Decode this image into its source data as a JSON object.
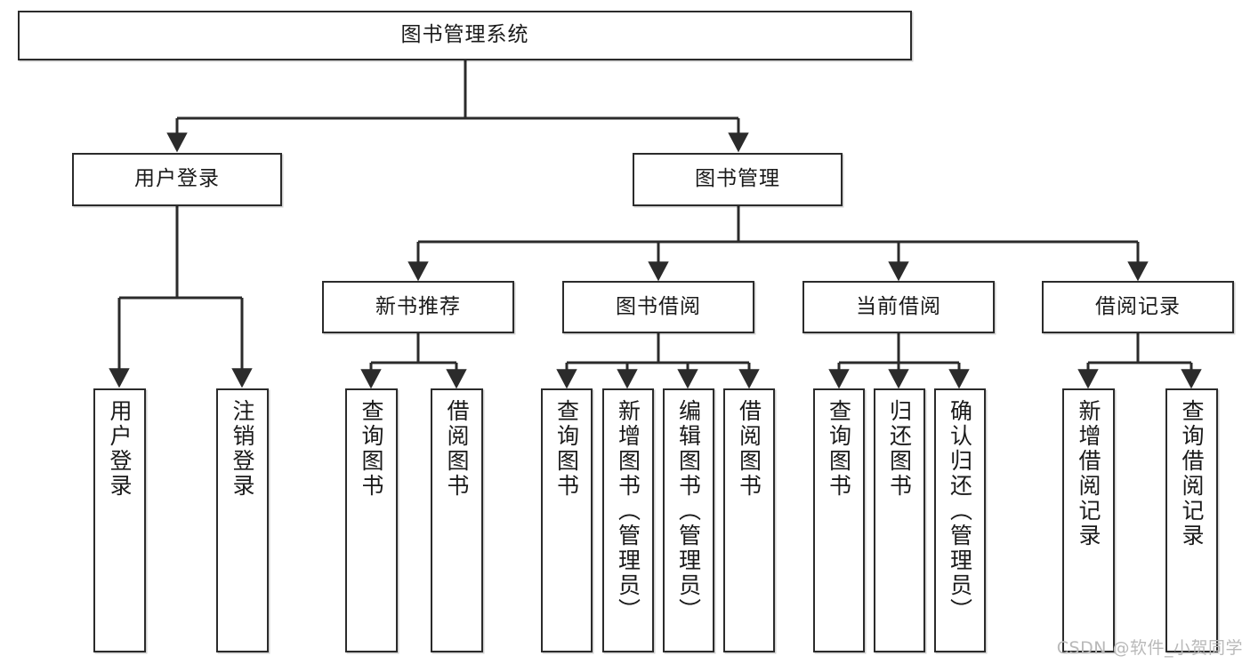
{
  "diagram": {
    "type": "tree-hierarchy-chart",
    "root": {
      "id": "root",
      "label": "图书管理系统"
    },
    "level2": [
      {
        "id": "user-login",
        "label": "用户登录"
      },
      {
        "id": "book-manage",
        "label": "图书管理"
      }
    ],
    "level3": [
      {
        "id": "new-book-rec",
        "label": "新书推荐"
      },
      {
        "id": "book-borrow",
        "label": "图书借阅"
      },
      {
        "id": "current-borrow",
        "label": "当前借阅"
      },
      {
        "id": "borrow-record",
        "label": "借阅记录"
      }
    ],
    "leaves": {
      "user_login": [
        {
          "id": "leaf-user-login",
          "label": "用户登录"
        },
        {
          "id": "leaf-logout",
          "label": "注销登录"
        }
      ],
      "new_book_rec": [
        {
          "id": "leaf-query-book-1",
          "label": "查询图书"
        },
        {
          "id": "leaf-borrow-book-1",
          "label": "借阅图书"
        }
      ],
      "book_borrow": [
        {
          "id": "leaf-query-book-2",
          "label": "查询图书"
        },
        {
          "id": "leaf-add-book",
          "label": "新增图书（管理员）"
        },
        {
          "id": "leaf-edit-book",
          "label": "编辑图书（管理员）"
        },
        {
          "id": "leaf-borrow-book-2",
          "label": "借阅图书"
        }
      ],
      "current_borrow": [
        {
          "id": "leaf-query-book-3",
          "label": "查询图书"
        },
        {
          "id": "leaf-return-book",
          "label": "归还图书"
        },
        {
          "id": "leaf-confirm-return",
          "label": "确认归还（管理员）"
        }
      ],
      "borrow_record": [
        {
          "id": "leaf-add-record",
          "label": "新增借阅记录"
        },
        {
          "id": "leaf-query-record",
          "label": "查询借阅记录"
        }
      ]
    }
  },
  "watermark": {
    "text": "CSDN @软件_小贺同学"
  },
  "colors": {
    "border": "#2b2b2b",
    "background": "#ffffff",
    "text": "#1a1a1a",
    "watermark": "#b9b9b9"
  }
}
